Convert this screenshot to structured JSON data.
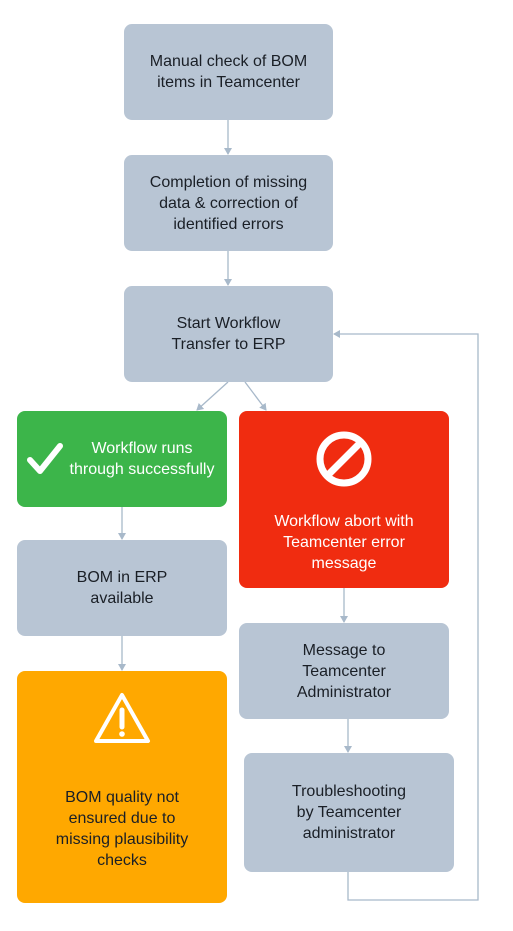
{
  "nodes": {
    "manual_check": "Manual check of BOM\nitems in Teamcenter",
    "completion": "Completion of missing\ndata & correction of\nidentified errors",
    "start_workflow": "Start Workflow\nTransfer to  ERP",
    "success": "Workflow runs\nthrough successfully",
    "abort": "Workflow abort with\nTeamcenter error\nmessage",
    "bom_in_erp": "BOM in ERP\navailable",
    "message_admin": "Message to\nTeamcenter\nAdministrator",
    "quality": "BOM quality not\nensured due to\nmissing plausibility\nchecks",
    "troubleshooting": "Troubleshooting\nby Teamcenter\nadministrator"
  },
  "icons": {
    "success": "check-icon",
    "abort": "prohibited-icon",
    "quality": "warning-icon"
  },
  "colors": {
    "grey": "#b8c5d4",
    "green": "#3cb54a",
    "red": "#f02c10",
    "amber": "#ffa800",
    "connector": "#a8b9ca"
  }
}
